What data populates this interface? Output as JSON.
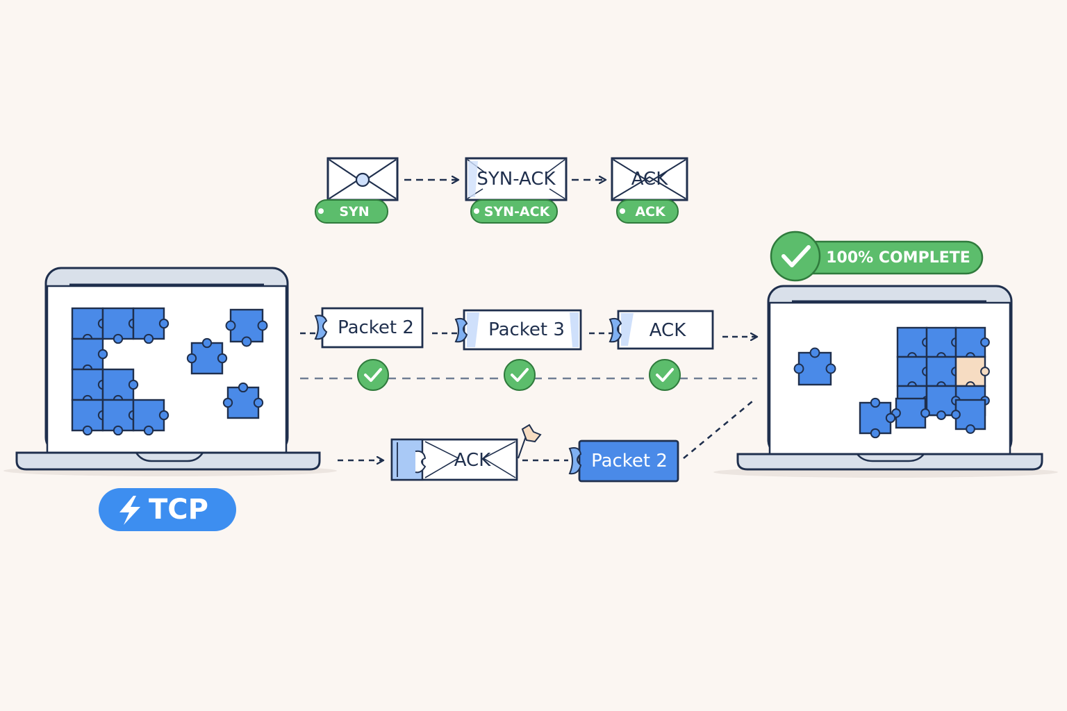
{
  "handshake": {
    "syn_tag": "SYN",
    "synack_box": "SYN-ACK",
    "synack_tag": "SYN-ACK",
    "ack_box": "ACK",
    "ack_tag": "ACK"
  },
  "packets": {
    "row1": [
      "Packet 2",
      "Packet 3",
      "ACK"
    ],
    "row2_ack": "ACK",
    "row2_packet": "Packet 2"
  },
  "protocol_badge": "TCP",
  "complete_badge": "100% COMPLETE",
  "colors": {
    "background": "#fbf6f2",
    "outline": "#1f2f4d",
    "puzzle_blue": "#4a8ae8",
    "badge_green": "#5cbd6c",
    "badge_blue": "#3d8ef0",
    "screen_bezel": "#d9e0ea"
  },
  "icons": [
    "envelope-icon",
    "check-circle-icon",
    "lightning-icon",
    "puzzle-piece-icon",
    "laptop-icon",
    "flag-icon"
  ]
}
